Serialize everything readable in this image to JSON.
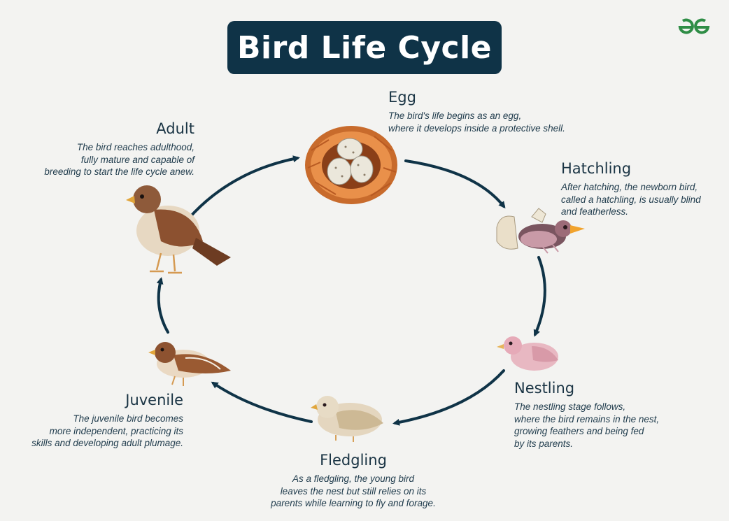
{
  "title": "Bird Life Cycle",
  "logo": {
    "icon": "gg-logo-icon",
    "color": "#2f8d46"
  },
  "colors": {
    "title_bg": "#0f3347",
    "arrow": "#0f3347",
    "text": "#1d3a4a"
  },
  "stages": {
    "egg": {
      "name": "Egg",
      "text": [
        "The bird's life begins as an egg,",
        "where it develops inside a protective shell."
      ]
    },
    "hatchling": {
      "name": "Hatchling",
      "text": [
        "After hatching, the newborn bird,",
        "called a hatchling, is usually blind",
        "and featherless."
      ]
    },
    "nestling": {
      "name": "Nestling",
      "text": [
        "The nestling stage follows,",
        "where the bird remains in the nest,",
        "growing feathers and being fed",
        "by its parents."
      ]
    },
    "fledgling": {
      "name": "Fledgling",
      "text": [
        "As a fledgling, the young bird",
        "leaves the nest but still relies on  its",
        "parents while learning to fly and forage."
      ]
    },
    "juvenile": {
      "name": "Juvenile",
      "text": [
        "The juvenile bird becomes",
        "more independent, practicing its",
        "skills and developing adult plumage."
      ]
    },
    "adult": {
      "name": "Adult",
      "text": [
        "The bird reaches adulthood,",
        "fully mature and capable of",
        "breeding to start the life cycle anew."
      ]
    }
  }
}
